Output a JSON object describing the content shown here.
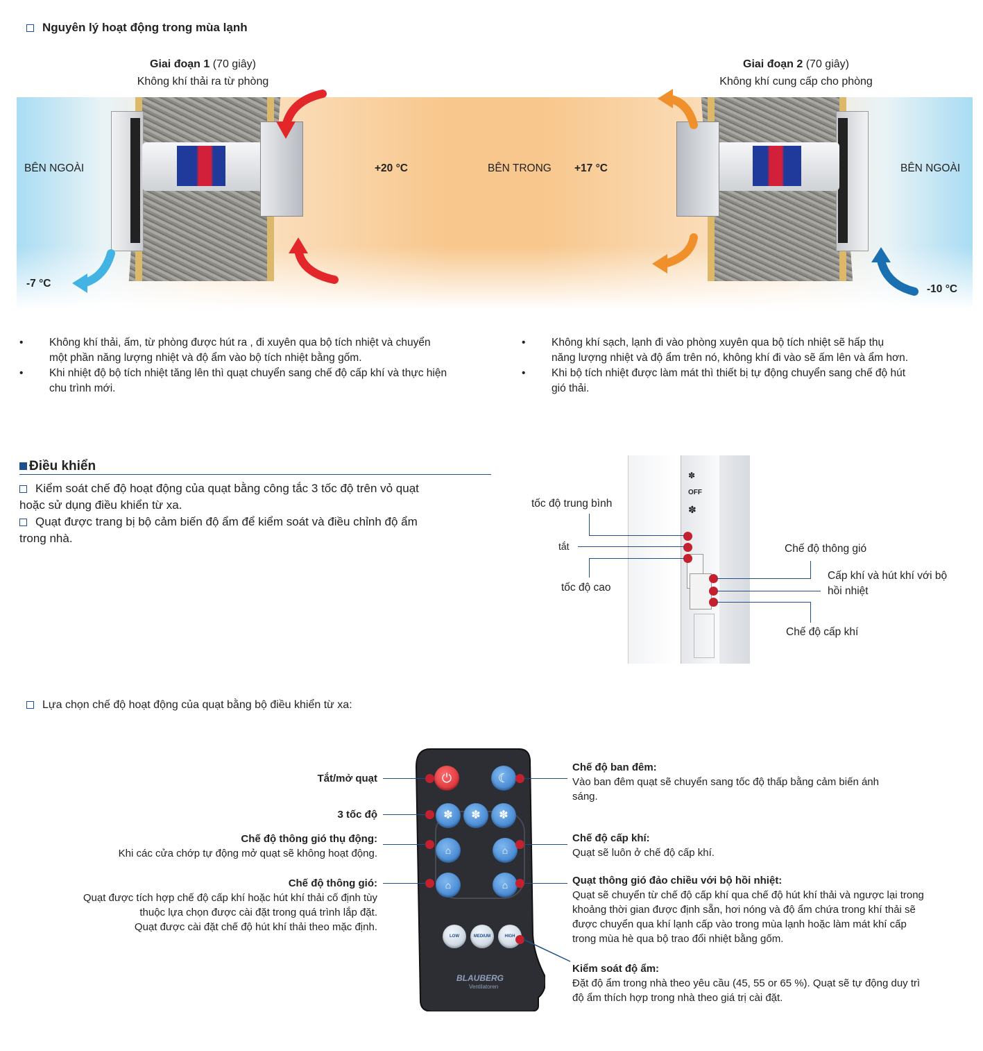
{
  "principle": {
    "title": "Nguyên lý hoạt động trong mùa lạnh",
    "stage1": {
      "title": "Giai đoạn 1",
      "duration": "(70 giây)",
      "desc": "Không khí thải ra từ phòng"
    },
    "stage2": {
      "title": "Giai đoạn 2",
      "duration": "(70 giây)",
      "desc": "Không khí cung cấp cho phòng"
    },
    "outside_left": "BÊN NGOÀI",
    "outside_right": "BÊN NGOÀI",
    "inside": "BÊN TRONG",
    "temp_in_left": "+20 °C",
    "temp_in_right": "+17 °C",
    "temp_out_left": "-7 °C",
    "temp_out_right": "-10 °C",
    "arrow_colors": {
      "warm": "#e2262a",
      "orange": "#f0902a",
      "cold_left": "#43b3e3",
      "cold_right": "#1a6fb0"
    }
  },
  "bullets_left": [
    {
      "line1": "Không khí thải, ấm, từ phòng được hút ra , đi xuyên qua bộ tích nhiệt và chuyển",
      "line2": "một phần năng lượng nhiệt và độ ẩm vào bộ tích nhiệt bằng gốm."
    },
    {
      "line1": "Khi nhiệt độ bộ tích nhiệt tăng lên thì quạt chuyển sang chế độ cấp khí và thực hiện",
      "line2": " chu trình mới."
    }
  ],
  "bullets_right": [
    {
      "line1": "Không khí sạch, lạnh đi vào phòng xuyên qua bộ tích nhiệt sẽ hấp thụ",
      "line2": "năng lượng nhiệt và độ ẩm trên nó, không khí đi vào sẽ ấm lên và ẩm hơn."
    },
    {
      "line1": "Khi bộ tích nhiệt được làm mát thì thiết bị tự động chuyển sang chế độ hút",
      "line2": "gió thải."
    }
  ],
  "bullet_char": "•",
  "control": {
    "title": "Điều khiển",
    "p1_line1": "Kiểm soát chế độ hoạt động của quạt bằng công tắc 3 tốc độ trên vỏ quạt",
    "p1_line2": "hoặc sử dụng điều khiển từ xa.",
    "p2_line1": "Quạt được trang bị bộ cảm biến độ ẩm để kiểm soát và điều chỉnh độ ẩm",
    "p2_line2": "trong nhà."
  },
  "switch_panel": {
    "medium": "tốc độ trung bình",
    "off": "tắt",
    "high": "tốc độ cao",
    "vent_mode": "Chế độ thông gió",
    "recovery_line1": "Cấp khí và hút khí với bộ",
    "recovery_line2": "hồi nhiệt",
    "supply_mode": "Chế độ cấp khí",
    "device_off_label": "OFF"
  },
  "remote_intro": "Lựa chọn chế độ hoạt động của quạt bằng bộ điều khiển từ xa:",
  "remote": {
    "power": "Tắt/mở quạt",
    "speeds": "3 tốc độ",
    "passive_title": "Chế độ thông gió thụ động:",
    "passive_desc": "Khi các cửa chớp tự động mở quạt sẽ không hoạt động.",
    "vent_title": "Chế độ thông gió:",
    "vent_desc1": "Quạt được tích hợp chế độ cấp khí hoặc hút khí thải cố định tùy",
    "vent_desc2": "thuộc lựa chọn được cài đặt trong quá trình lắp đặt.",
    "vent_desc3": "Quạt được cài đặt chế độ hút khí thải theo mặc định.",
    "night_title": "Chế độ ban đêm:",
    "night_desc1": "Vào ban đêm quạt sẽ chuyển sang tốc độ thấp bằng cảm biến ánh",
    "night_desc2": "sáng.",
    "supply_title": "Chế độ cấp khí:",
    "supply_desc": "Quạt sẽ luôn ở chế độ cấp khí.",
    "reverse_title": "Quạt thông gió đảo chiều với bộ hồi nhiệt:",
    "reverse_desc1": "Quạt sẽ chuyển từ chế độ cấp khí qua chế độ hút khí thải và ngược lại trong",
    "reverse_desc2": "khoảng thời gian được định sẵn,  hơi nóng và độ ẩm chứa trong khí thải sẽ",
    "reverse_desc3": "được chuyển qua khí lạnh cấp vào trong mùa lạnh hoặc làm mát khí cấp",
    "reverse_desc4": "trong mùa hè qua bộ trao đổi nhiệt bằng gốm.",
    "humidity_title": "Kiểm soát độ ẩm:",
    "humidity_desc1": "Đặt độ ẩm trong nhà theo yêu cầu (45, 55 or 65 %). Quạt sẽ tự động duy trì",
    "humidity_desc2": "độ ẩm thích hợp trong nhà theo giá trị cài đặt.",
    "brand": "BLAUBERG",
    "brand_sub": "Ventilatoren",
    "btn_low": "LOW",
    "btn_medium": "MEDIUM",
    "btn_high": "HIGH"
  }
}
